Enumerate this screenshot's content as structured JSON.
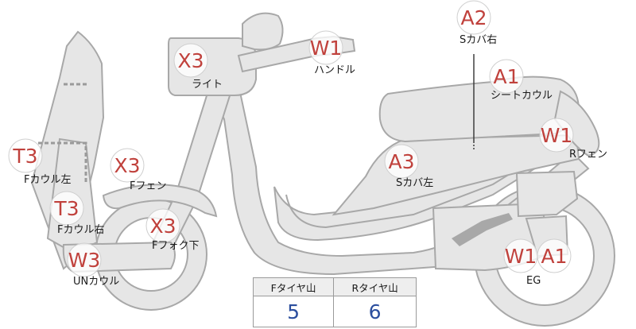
{
  "parts": [
    {
      "id": "light",
      "grade": "X3",
      "label": "ライト"
    },
    {
      "id": "handle",
      "grade": "W1",
      "label": "ハンドル"
    },
    {
      "id": "s-cover-right",
      "grade": "A2",
      "label": "Sカバ右"
    },
    {
      "id": "seat-cowl",
      "grade": "A1",
      "label": "シートカウル"
    },
    {
      "id": "r-fender",
      "grade": "W1",
      "label": "Rフェン"
    },
    {
      "id": "f-cowl-left",
      "grade": "T3",
      "label": "Fカウル左"
    },
    {
      "id": "f-fender",
      "grade": "X3",
      "label": "Fフェン"
    },
    {
      "id": "s-cover-left",
      "grade": "A3",
      "label": "Sカバ左"
    },
    {
      "id": "f-cowl-right",
      "grade": "T3",
      "label": "Fカウル右"
    },
    {
      "id": "f-fork-lower",
      "grade": "X3",
      "label": "Fフォク下"
    },
    {
      "id": "un-cowl",
      "grade": "W3",
      "label": "UNカウル"
    },
    {
      "id": "engine",
      "grades": [
        "W1",
        "A1"
      ],
      "label": "EG"
    }
  ],
  "tread_table": {
    "headers": [
      "Fタイヤ山",
      "Rタイヤ山"
    ],
    "values": [
      "5",
      "6"
    ]
  },
  "colors": {
    "grade": "#c0413c",
    "tread_value": "#2b4e9e",
    "part_fill": "#e6e6e6",
    "part_stroke": "#a8a8a8"
  }
}
